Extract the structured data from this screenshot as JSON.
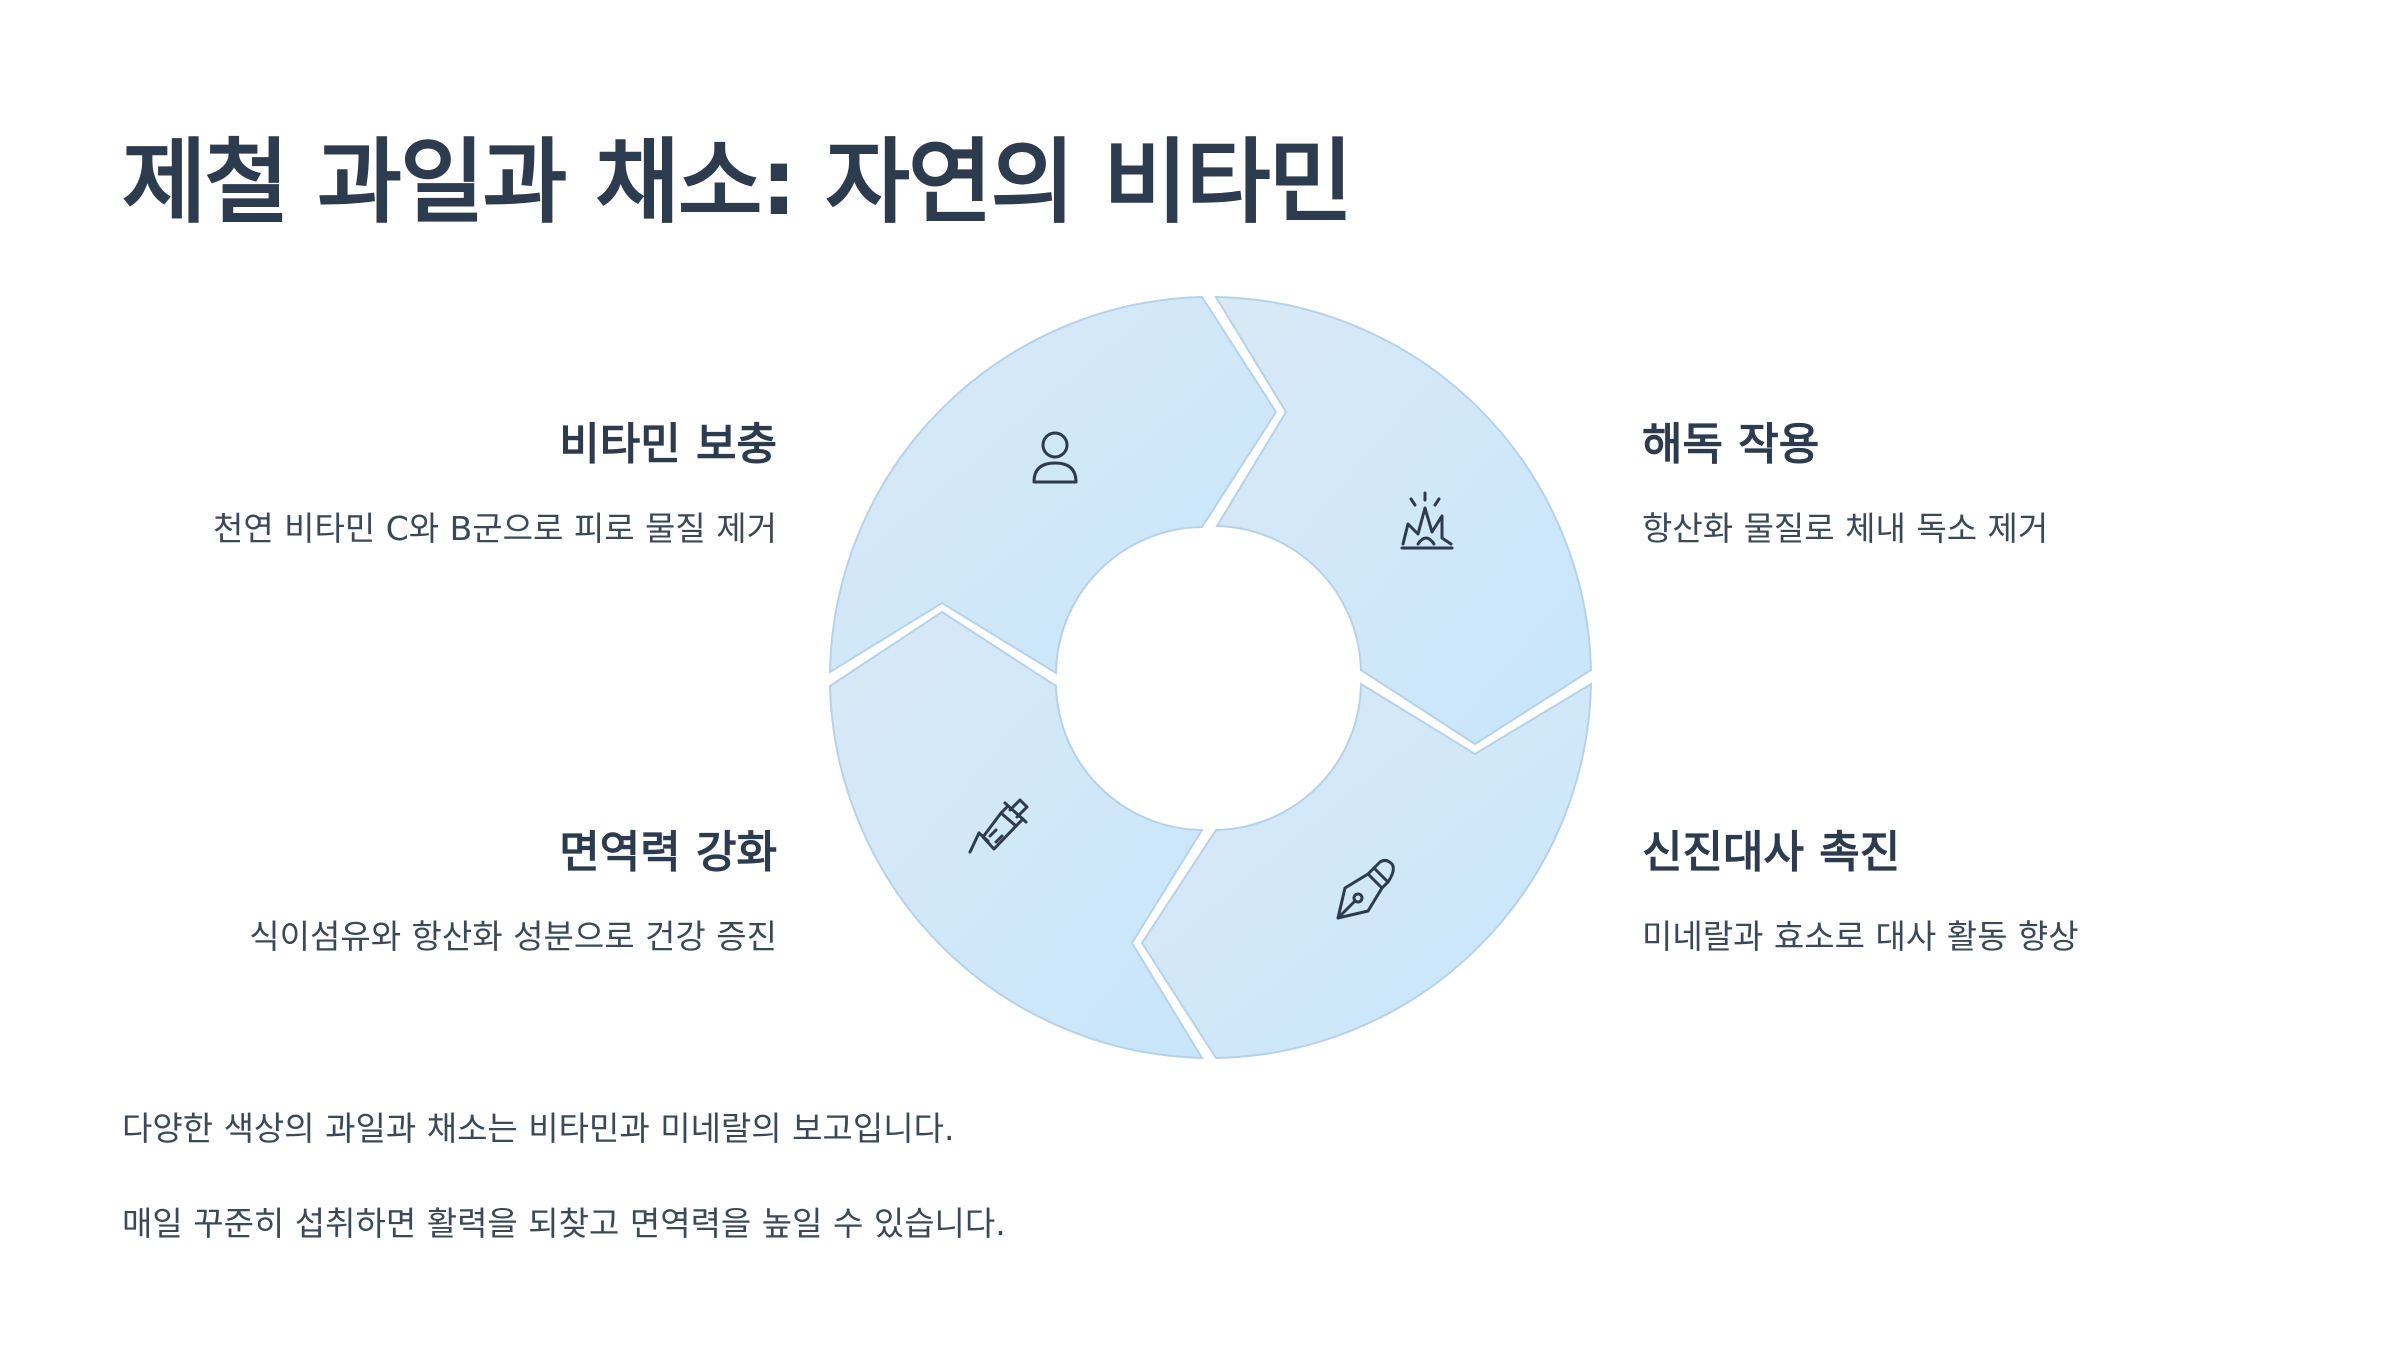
{
  "title": "제철 과일과 채소: 자연의 비타민",
  "cycle": {
    "colors": {
      "segment_fill": "#d2e8f8",
      "segment_stroke": "#b7d2e8",
      "icon": "#2d3b4e"
    },
    "items": [
      {
        "title": "비타민 보충",
        "description": "천연 비타민 C와 B군으로 피로 물질 제거",
        "icon": "person-icon"
      },
      {
        "title": "해독 작용",
        "description": "항산화 물질로 체내 독소 제거",
        "icon": "explosion-icon"
      },
      {
        "title": "신진대사 촉진",
        "description": "미네랄과 효소로 대사 활동 향상",
        "icon": "pen-nib-icon"
      },
      {
        "title": "면역력 강화",
        "description": "식이섬유와 항산화 성분으로 건강 증진",
        "icon": "syringe-icon"
      }
    ]
  },
  "footer": {
    "line1": "다양한 색상의 과일과 채소는 비타민과 미네랄의 보고입니다.",
    "line2": "매일 꾸준히 섭취하면 활력을 되찾고 면역력을 높일 수 있습니다."
  }
}
